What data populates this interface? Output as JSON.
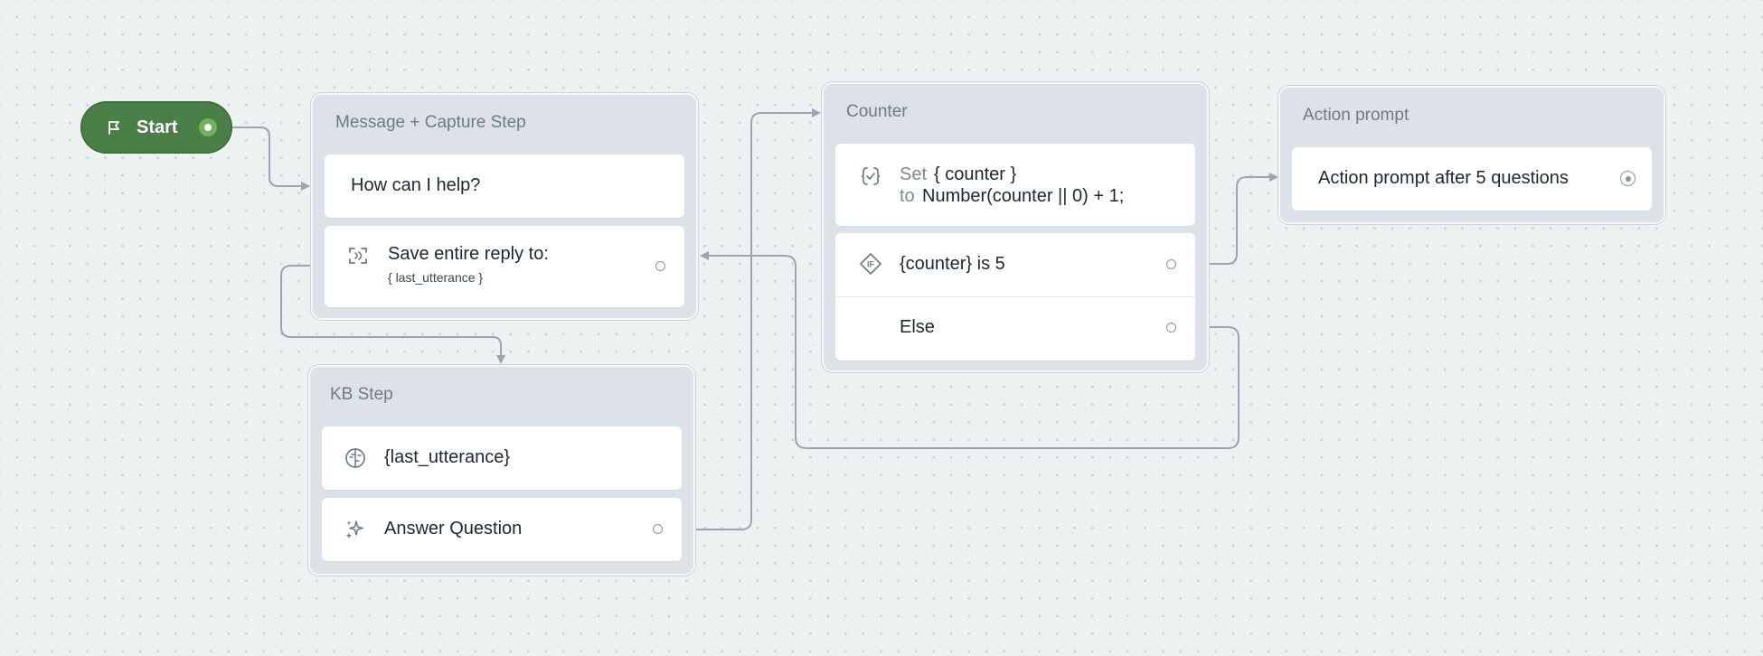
{
  "start": {
    "label": "Start"
  },
  "message_capture": {
    "title": "Message + Capture Step",
    "message": "How can I help?",
    "capture_label": "Save entire reply to:",
    "capture_variable": "{ last_utterance }"
  },
  "kb_step": {
    "title": "KB Step",
    "query": "{last_utterance}",
    "action": "Answer Question"
  },
  "counter": {
    "title": "Counter",
    "set_prefix": "Set",
    "set_variable": "{ counter }",
    "to_prefix": "to",
    "to_expression": "Number(counter || 0) + 1;",
    "if_condition": "{counter} is 5",
    "else_label": "Else"
  },
  "action_prompt": {
    "title": "Action prompt",
    "message": "Action prompt after 5 questions"
  },
  "icons": {
    "start": "flag-icon",
    "capture": "capture-icon",
    "set": "set-variable-icon",
    "if": "if-condition-icon",
    "kb": "brain-icon",
    "answer": "sparkles-icon"
  },
  "colors": {
    "canvas": "#eef1f2",
    "start_fill": "#4a7f47",
    "node_fill": "#dde1e8",
    "wire": "#9aa5b1"
  }
}
